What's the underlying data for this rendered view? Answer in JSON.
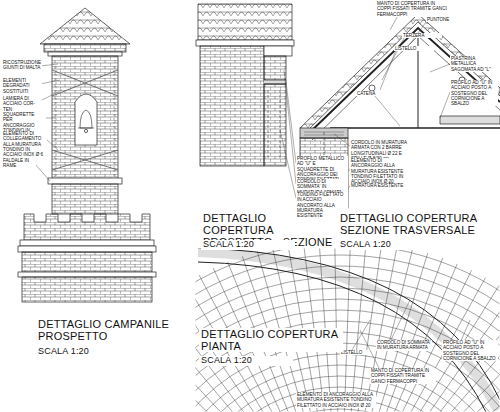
{
  "diagram": {
    "labels": [
      "RICOSTRUZIONE GIUNTI DI MALTA",
      "ELEMENTI DEGRADATI SOSTITUITI",
      "LAMIERA DI ACCIAIO COR-TEN",
      "SQUADRETTE PER ANCORAGGIO TONDINO IN ACCIAIO",
      "ELEMENTO DI COLLEGAMENTO ALLA MURATURA TONDINO IN ACCIAIO INOX Ø 6 mm.",
      "FALDALE IN RAME",
      "DETTAGLIO CAMPANILE PROSPETTO",
      "SCALA 1:20",
      "DETTAGLIO COPERTURA PROSPETTO - SEZIONE",
      "SCALA 1:20",
      "MANTO DI COPERTURA IN COPPI FISSATI TRAMITE GANCI FERMACOPPI",
      "PUNTONE",
      "TERZERA",
      "LISTELLO",
      "PIASTRINA METALLICA SAGOMATA AD \"L\"",
      "CATENA",
      "PROFILO AD \"U\" IN ACCIAIO POSTO A SOSTEGNO DEL CORNICIONE A SBALZO",
      "PROFILO METALLICO AD \"U\" E SQUADRETTE DI ANCORAGGIO DEI TONDINI FILETTATI",
      "CORDOLO DI SOMMATA' IN MURATURA ARMATA",
      "TONDINO FILETTATO IN ACCIAIO ANCORATO ALLA MURATURA ESISTENTE",
      "CORDOLO IN MURATURA ARMATA CON 2 BARRE LONGITUDINALI Ø 22 E SPILLE Ø 8/30 cm",
      "ELEMENTO DI ANCORAGGIO ALLA MURATURA ESISTENTE TONDINO FILETTATO IN ACCIAIO INOX Ø 20",
      "MURATURA ESISTENTE",
      "DETTAGLIO COPERTURA SEZIONE TRASVERSALE",
      "SCALA 1:20",
      "LISTELLO",
      "CORDOLO DI SOMMATA' IN MURATURA ARMATA",
      "PROFILO AD \"U\" IN ACCIAIO POSTO A SOSTEGNO DEL CORNICIONE A SBALZO",
      "MANTO DI COPERTURA IN COPPI FISSATI TRAMITE GANCI FERMACOPPI",
      "ELEMENTO DI ANCORAGGIO ALLA MURATURA ESISTENTE TONDINO FILETTATO IN ACCIAIO INOX Ø 20",
      "DETTAGLIO COPERTURA PIANTA",
      "SCALA 1:20"
    ]
  }
}
